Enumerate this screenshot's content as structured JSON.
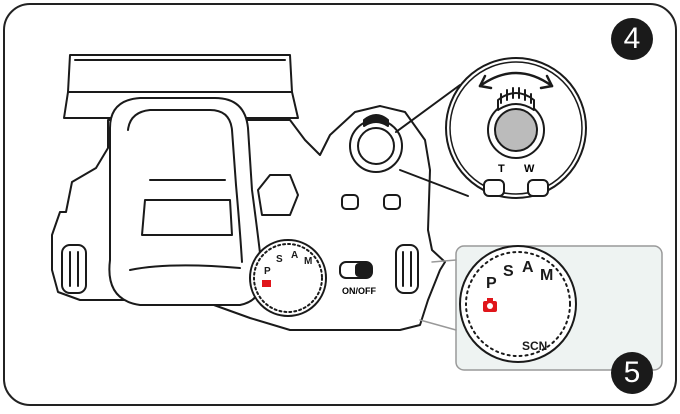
{
  "badges": {
    "top": "4",
    "bottom": "5"
  },
  "camera": {
    "switch_label": "ON/OFF",
    "zoom_tele_label": "T",
    "zoom_wide_label": "W"
  },
  "mode_dial": {
    "labels": [
      "P",
      "S",
      "A",
      "M",
      "SCN"
    ],
    "auto_icon": "camera-icon",
    "auto_color": "#e0161b"
  }
}
